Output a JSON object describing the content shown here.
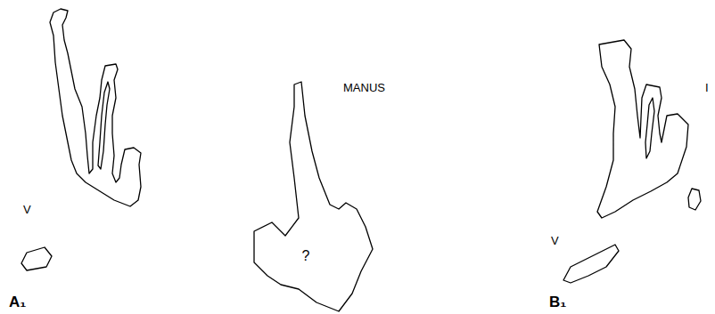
{
  "diagram": {
    "nodes": [
      {
        "text": [
          "?"
        ]
      }
    ],
    "labels": [
      "V",
      "MANUS",
      "A₁",
      "I",
      "V",
      "B₁"
    ]
  }
}
